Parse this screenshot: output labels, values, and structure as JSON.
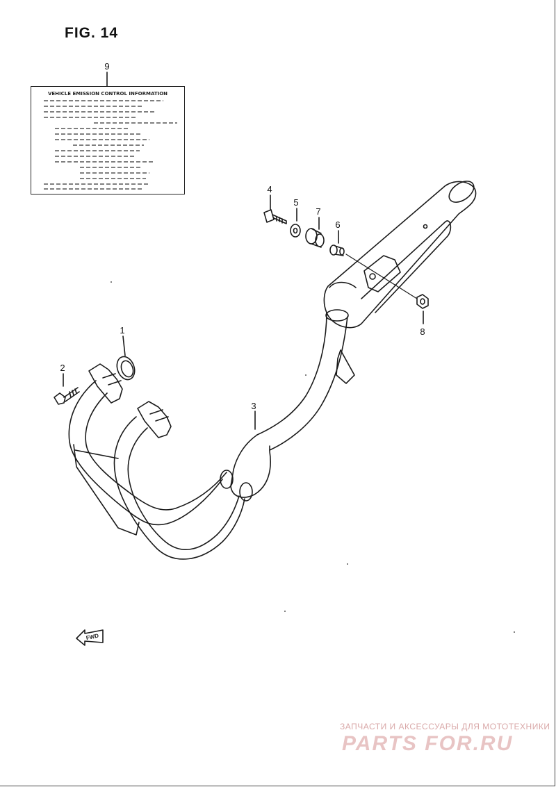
{
  "figure": {
    "title": "FIG. 14"
  },
  "label": {
    "callout": "9",
    "title": "VEHICLE EMISSION CONTROL INFORMATION"
  },
  "callouts": {
    "gasket": "1",
    "bolt": "2",
    "exhaust": "3",
    "muffler_bolt": "4",
    "washer": "5",
    "collar": "6",
    "cushion": "7",
    "nut": "8"
  },
  "fwd": {
    "text": "FWD"
  },
  "watermark": {
    "tagline": "ЗАПЧАСТИ И АКСЕССУАРЫ ДЛЯ МОТОТЕХНИКИ",
    "logo": "PARTS FOR.RU"
  },
  "colors": {
    "line": "#1a1a1a",
    "watermark": "#e8c4c4"
  }
}
